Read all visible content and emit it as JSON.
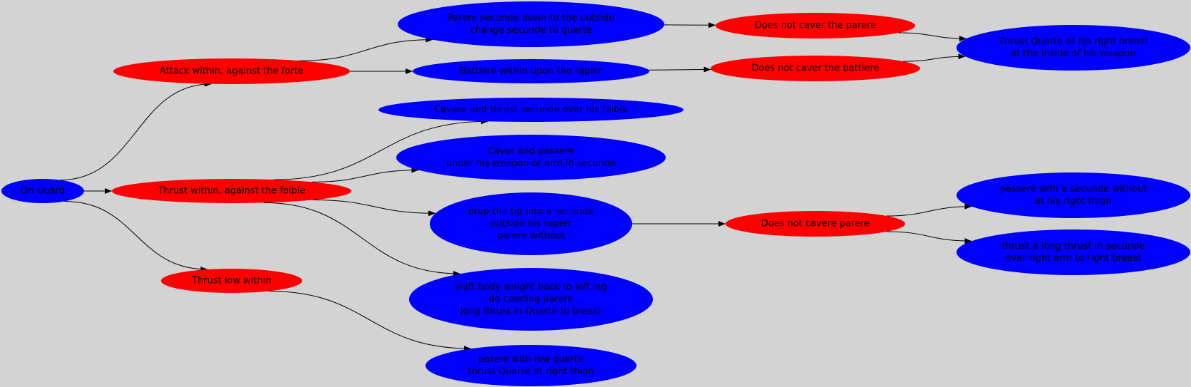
{
  "colors": {
    "background": "#d3d3d3",
    "player_node": "#0000ff",
    "opponent_node": "#ff0000",
    "edge": "#000000"
  },
  "nodes": {
    "on_guard": {
      "lines": [
        "On Guard"
      ],
      "color": "blue"
    },
    "attack_within": {
      "lines": [
        "Attack within, against the forte"
      ],
      "color": "red"
    },
    "thrust_within": {
      "lines": [
        "Thrust within, against the foible"
      ],
      "color": "red"
    },
    "thrust_low": {
      "lines": [
        "Thrust low within"
      ],
      "color": "red"
    },
    "parere_secunde": {
      "lines": [
        "Parere secunde down to the outside",
        "change secunde to quarte"
      ],
      "color": "blue"
    },
    "battiere": {
      "lines": [
        "Battiere within upon the rapier"
      ],
      "color": "blue"
    },
    "cavere_thrust": {
      "lines": [
        "Cavere and thrust secunde over his foible"
      ],
      "color": "blue"
    },
    "caver_passere": {
      "lines": [
        "Caver and passere",
        "under his weapon or arm in secunde"
      ],
      "color": "blue"
    },
    "drop_tip": {
      "lines": [
        "drop the tip into a secunde",
        "outside his rapier",
        "parere without"
      ],
      "color": "blue"
    },
    "shift_weight": {
      "lines": [
        "shift body weight back to left leg",
        "do ceeding parere",
        "long thrust in Quarte to breast"
      ],
      "color": "blue"
    },
    "parere_low": {
      "lines": [
        "parere with low quarte",
        "thrust Quarte at right thigh"
      ],
      "color": "blue"
    },
    "no_caver_parere": {
      "lines": [
        "Does not caver the parere"
      ],
      "color": "red"
    },
    "no_caver_battiere": {
      "lines": [
        "Does not caver the battiere"
      ],
      "color": "red"
    },
    "no_cavere_parere": {
      "lines": [
        "Does not cavere parere"
      ],
      "color": "red"
    },
    "thrust_quarte_breast": {
      "lines": [
        "Thrust Quarte at his right breast",
        "at the inside of his weapon"
      ],
      "color": "blue"
    },
    "passere_secunde": {
      "lines": [
        "passere with a secunde without",
        "at his right thigh"
      ],
      "color": "blue"
    },
    "long_thrust_secunde": {
      "lines": [
        "thrust a long thrust in secunde",
        "over right arm to right breast"
      ],
      "color": "blue"
    }
  },
  "edges": [
    [
      "on_guard",
      "attack_within"
    ],
    [
      "on_guard",
      "thrust_within"
    ],
    [
      "on_guard",
      "thrust_low"
    ],
    [
      "attack_within",
      "parere_secunde"
    ],
    [
      "attack_within",
      "battiere"
    ],
    [
      "thrust_within",
      "cavere_thrust"
    ],
    [
      "thrust_within",
      "caver_passere"
    ],
    [
      "thrust_within",
      "drop_tip"
    ],
    [
      "thrust_within",
      "shift_weight"
    ],
    [
      "thrust_low",
      "parere_low"
    ],
    [
      "parere_secunde",
      "no_caver_parere"
    ],
    [
      "battiere",
      "no_caver_battiere"
    ],
    [
      "no_caver_parere",
      "thrust_quarte_breast"
    ],
    [
      "no_caver_battiere",
      "thrust_quarte_breast"
    ],
    [
      "drop_tip",
      "no_cavere_parere"
    ],
    [
      "no_cavere_parere",
      "passere_secunde"
    ],
    [
      "no_cavere_parere",
      "long_thrust_secunde"
    ]
  ]
}
